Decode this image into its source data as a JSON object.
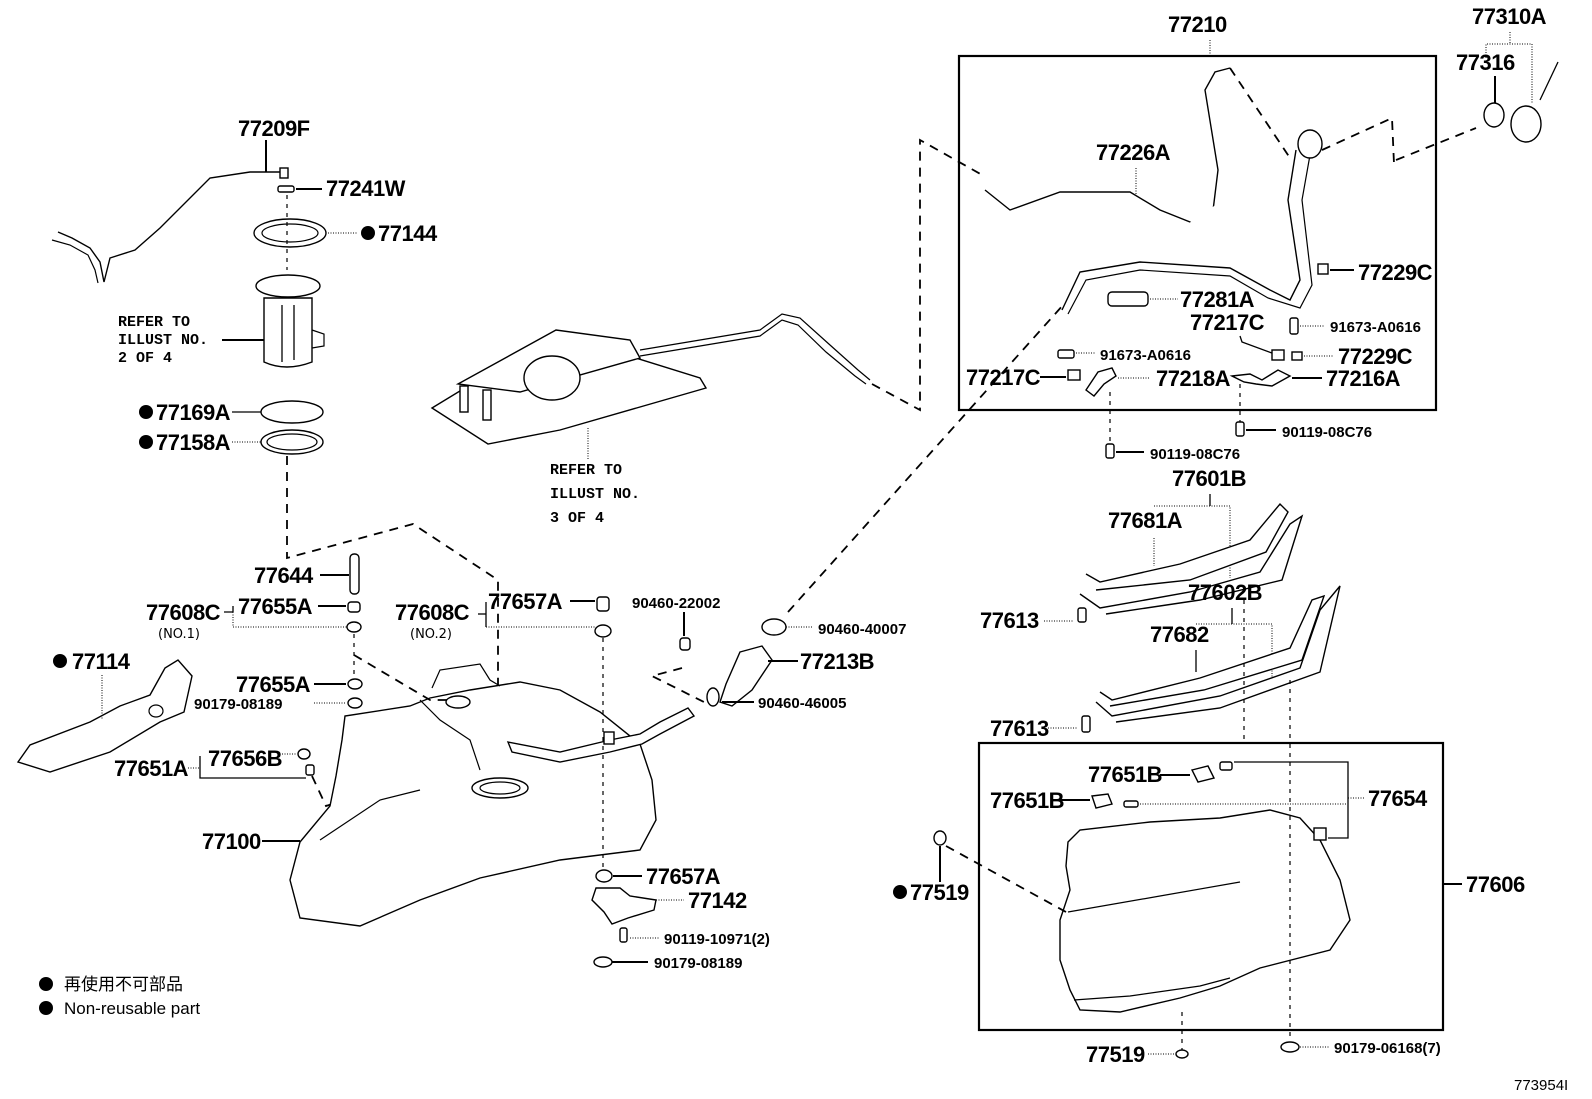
{
  "diagram": {
    "title": "Fuel tank & tube parts illustration",
    "illustration_id": "773954I",
    "legend": {
      "marker": "●",
      "items": [
        "再使用不可部品",
        "Non-reusable part"
      ]
    },
    "references": {
      "pump": [
        "REFER TO",
        "ILLUST NO.",
        "2 OF 4"
      ],
      "canister": [
        "REFER TO",
        "ILLUST NO.",
        "3 OF 4"
      ]
    },
    "labels": {
      "p77209F": "77209F",
      "p77241W": "77241W",
      "p77144": "77144",
      "p77169A": "77169A",
      "p77158A": "77158A",
      "p77644": "77644",
      "p77608C_1": "77608C",
      "p77608C_1_sub": "(NO.1)",
      "p77655A_top": "77655A",
      "p77655A_bot": "77655A",
      "p90179_08189_left": "90179-08189",
      "p77114": "77114",
      "p77651A": "77651A",
      "p77656B": "77656B",
      "p77100": "77100",
      "p77608C_2": "77608C",
      "p77608C_2_sub": "(NO.2)",
      "p77657A_top": "77657A",
      "p90460_22002": "90460-22002",
      "p90460_40007": "90460-40007",
      "p77213B": "77213B",
      "p90460_46005": "90460-46005",
      "p77657A_bot": "77657A",
      "p77142": "77142",
      "p90119_10971": "90119-10971(2)",
      "p90179_08189_bot": "90179-08189",
      "p77210": "77210",
      "p77310A": "77310A",
      "p77316": "77316",
      "p77226A": "77226A",
      "p77229C_top": "77229C",
      "p77281A": "77281A",
      "p77217C_right": "77217C",
      "p91673_A0616_right": "91673-A0616",
      "p91673_A0616_left": "91673-A0616",
      "p77229C_bot": "77229C",
      "p77217C_left": "77217C",
      "p77218A": "77218A",
      "p77216A": "77216A",
      "p90119_08C76_right": "90119-08C76",
      "p90119_08C76_left": "90119-08C76",
      "p77601B": "77601B",
      "p77681A": "77681A",
      "p77613_top": "77613",
      "p77602B": "77602B",
      "p77682": "77682",
      "p77613_bot": "77613",
      "p77651B_top": "77651B",
      "p77651B_left": "77651B",
      "p77654": "77654",
      "p77519_left": "77519",
      "p77606": "77606",
      "p77519_bot": "77519",
      "p90179_06168": "90179-06168(7)"
    },
    "non_reusable_parts": [
      "77144",
      "77169A",
      "77158A",
      "77114",
      "77519"
    ]
  }
}
